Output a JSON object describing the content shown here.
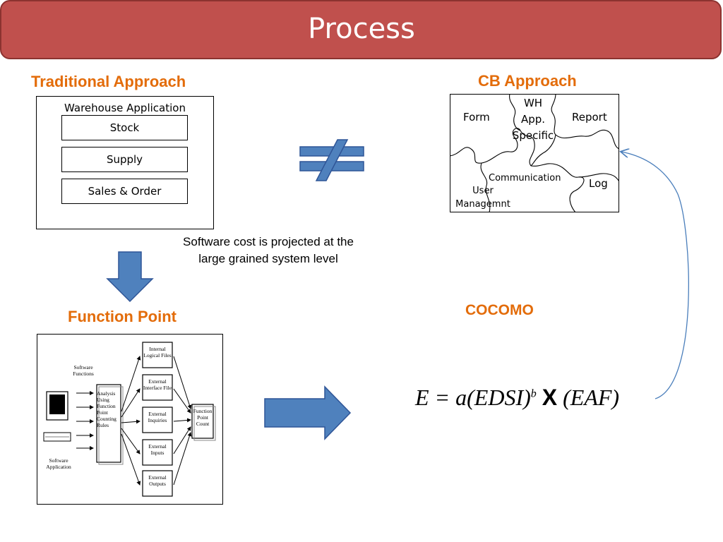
{
  "title": "Process",
  "traditional": {
    "heading": "Traditional Approach",
    "app_label": "Warehouse Application",
    "modules": [
      "Stock",
      "Supply",
      "Sales & Order"
    ]
  },
  "cb": {
    "heading": "CB Approach",
    "pieces": {
      "wh_line1": "WH",
      "wh_line2": "App.",
      "wh_line3": "Specific",
      "form": "Form",
      "report": "Report",
      "communication": "Communication",
      "user_line1": "User",
      "user_line2": "Managemnt",
      "log": "Log"
    }
  },
  "note": {
    "line1": "Software cost is projected at the",
    "line2": "large grained system level"
  },
  "function_point": {
    "heading": "Function Point",
    "software_functions": "Software Functions",
    "software_application": "Software Application",
    "analysis": "Analysis Using Function Point Counting Rules",
    "components": [
      "Internal Logical Files",
      "External Interface File",
      "External Inquiries",
      "External Inputs",
      "External Outputs"
    ],
    "result": "Function Point Count"
  },
  "cocomo": {
    "heading": "COCOMO",
    "formula_left": "E = a(EDSI)",
    "formula_exp": "b",
    "formula_x": "X",
    "formula_right": "(EAF)"
  },
  "colors": {
    "title_bar": "#c0504d",
    "heading_orange": "#e36c0a",
    "arrow_blue": "#4f81bd",
    "connector_blue": "#4a7ebb"
  },
  "icons": [
    "not-equal-icon",
    "down-arrow-icon",
    "right-arrow-icon",
    "puzzle-icon",
    "computer-icon"
  ]
}
